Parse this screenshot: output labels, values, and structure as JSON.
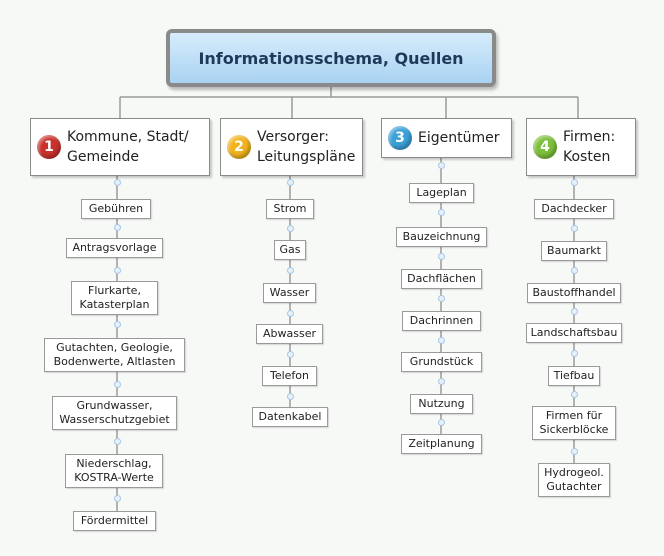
{
  "title": "Informationsschema, Quellen",
  "colors": {
    "badge_1": "#c9322c",
    "badge_2": "#f0b31d",
    "badge_3": "#3aa0d8",
    "badge_4": "#7cbf3a",
    "connector": "#9a9a9a"
  },
  "branches": [
    {
      "number": "1",
      "label": "Kommune, Stadt/\nGemeinde",
      "items": [
        "Gebühren",
        "Antragsvorlage",
        "Flurkarte,\nKatasterplan",
        "Gutachten, Geologie,\nBodenwerte, Altlasten",
        "Grundwasser,\nWasserschutzgebiet",
        "Niederschlag,\nKOSTRA-Werte",
        "Fördermittel"
      ]
    },
    {
      "number": "2",
      "label": "Versorger:\nLeitungspläne",
      "items": [
        "Strom",
        "Gas",
        "Wasser",
        "Abwasser",
        "Telefon",
        "Datenkabel"
      ]
    },
    {
      "number": "3",
      "label": "Eigentümer",
      "items": [
        "Lageplan",
        "Bauzeichnung",
        "Dachflächen",
        "Dachrinnen",
        "Grundstück",
        "Nutzung",
        "Zeitplanung"
      ]
    },
    {
      "number": "4",
      "label": "Firmen:\nKosten",
      "items": [
        "Dachdecker",
        "Baumarkt",
        "Baustoffhandel",
        "Landschaftsbau",
        "Tiefbau",
        "Firmen für\nSickerblöcke",
        "Hydrogeol.\nGutachter"
      ]
    }
  ]
}
